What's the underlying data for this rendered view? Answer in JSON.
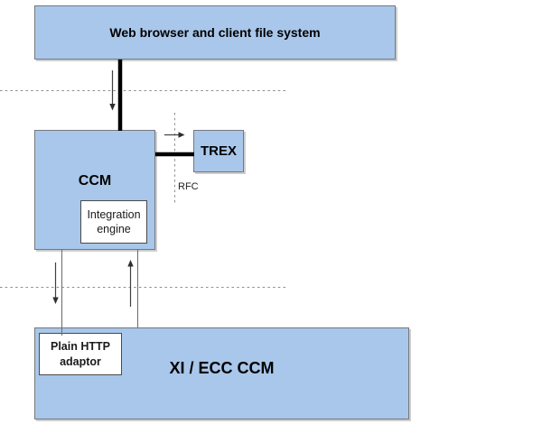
{
  "boxes": {
    "web_browser": {
      "label": "Web browser and client file system"
    },
    "ccm": {
      "label": "CCM"
    },
    "integration_engine": {
      "label": "Integration engine"
    },
    "trex": {
      "label": "TREX"
    },
    "plain_http_adaptor": {
      "label": "Plain HTTP adaptor"
    },
    "xi_ecc_ccm": {
      "label": "XI / ECC CCM"
    }
  },
  "annotations": {
    "rfc": "RFC"
  },
  "icons": [
    {
      "name": "arrow-down-icon",
      "meaning": "flow from web browser into CCM"
    },
    {
      "name": "arrow-right-icon",
      "meaning": "flow from CCM to TREX over RFC"
    },
    {
      "name": "arrow-down-icon",
      "meaning": "flow from CCM to Plain HTTP adaptor"
    },
    {
      "name": "arrow-up-icon",
      "meaning": "flow from XI / ECC CCM back to CCM"
    }
  ],
  "colors": {
    "box_fill": "#a9c7ea",
    "box_border": "#75787b",
    "connector_black": "#000000",
    "connector_gray": "#6b6b6b",
    "arrow_gray": "#3f3f3f",
    "dashed_gray": "#8c8c8c",
    "white_box_fill": "#ffffff",
    "white_box_border": "#4a4a4a"
  }
}
